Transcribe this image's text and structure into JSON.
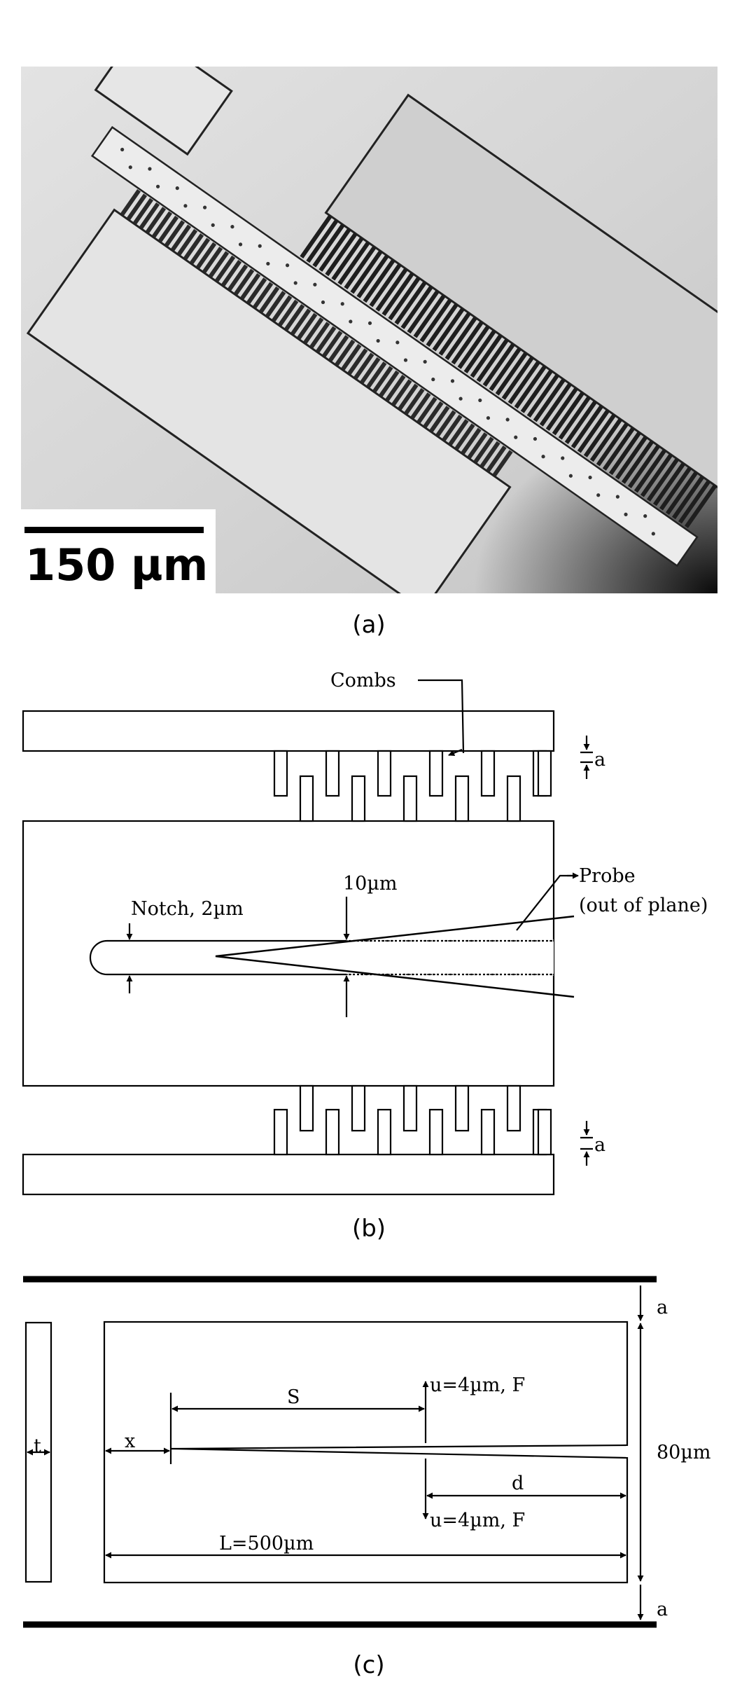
{
  "panel_a": {
    "caption": "(a)",
    "scale_bar_label": "150 µm"
  },
  "panel_b": {
    "caption": "(b)",
    "combs_label": "Combs",
    "notch_label": "Notch, 2µm",
    "width_label": "10µm",
    "probe_label_1": "Probe",
    "probe_label_2": "(out of plane)",
    "gap_label_top": "a",
    "gap_label_bottom": "a"
  },
  "panel_c": {
    "caption": "(c)",
    "thickness_label": "t",
    "x_label": "x",
    "s_label": "S",
    "load_top_label": "u=4µm, F",
    "load_bottom_label": "u=4µm, F",
    "d_label": "d",
    "length_label": "L=500µm",
    "height_label": "80µm",
    "gap_label_top": "a",
    "gap_label_bottom": "a"
  }
}
